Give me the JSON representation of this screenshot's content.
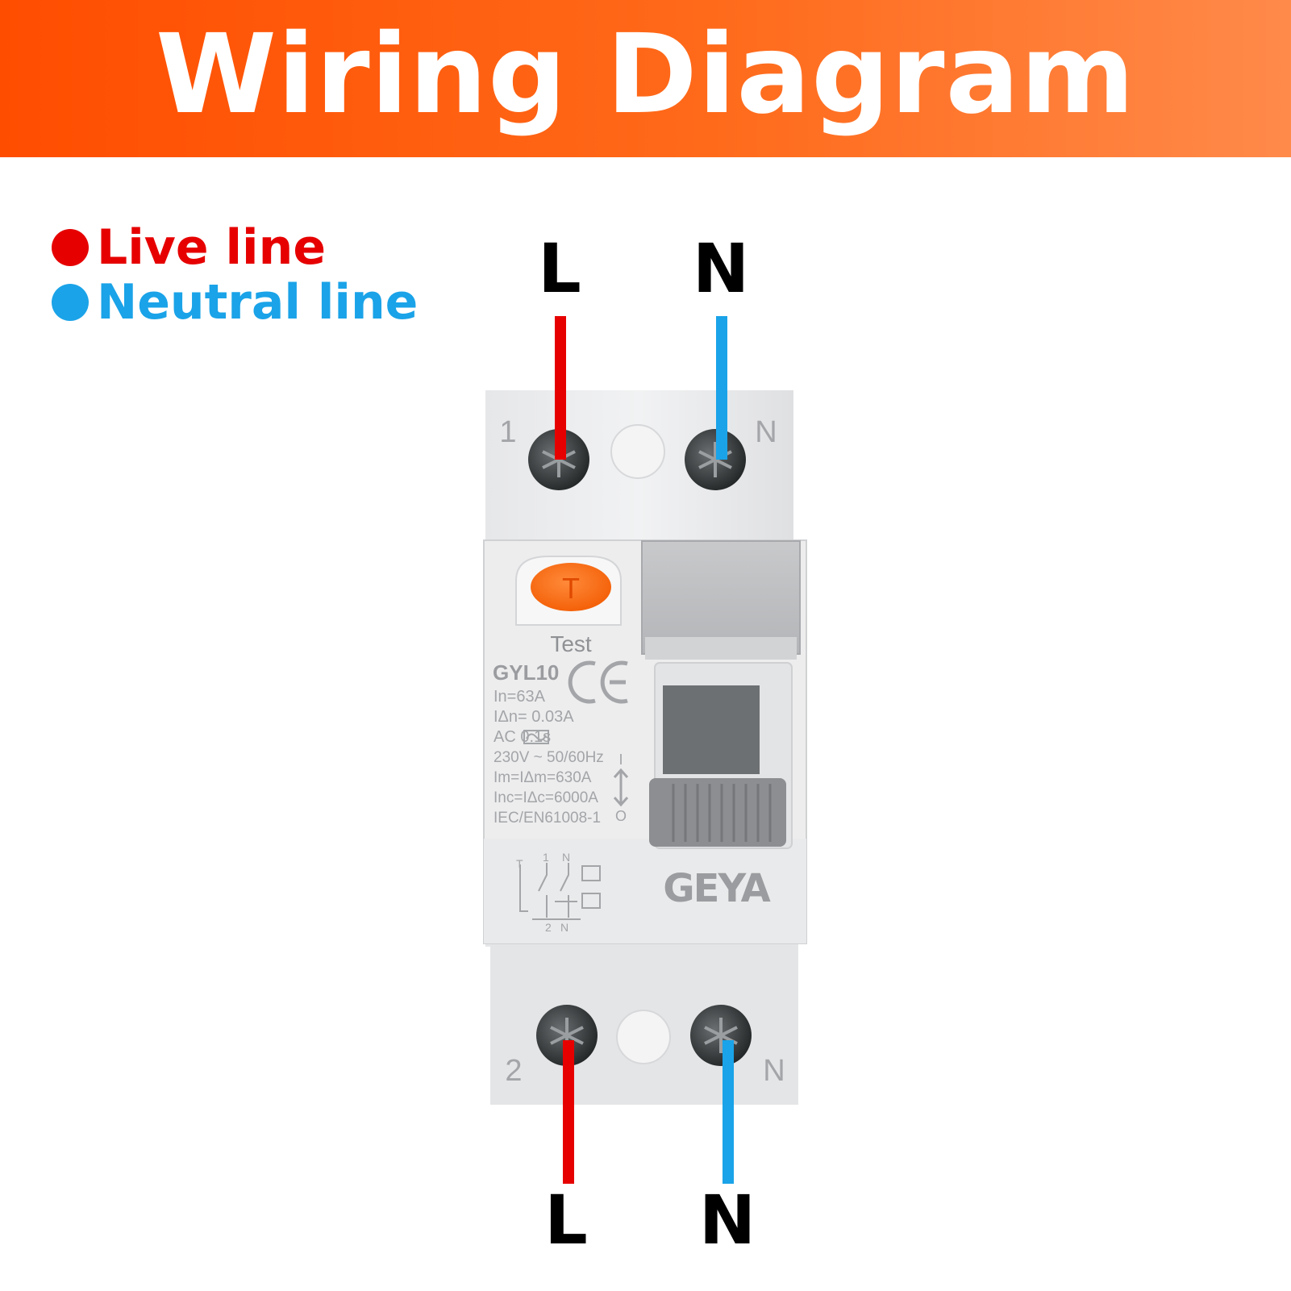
{
  "title": "Wiring Diagram",
  "legend": [
    {
      "label": "Live line",
      "color": "#e60000"
    },
    {
      "label": "Neutral line",
      "color": "#1aa3e8"
    }
  ],
  "terminals": {
    "top_left": "L",
    "top_right": "N",
    "bottom_left": "L",
    "bottom_right": "N"
  },
  "device": {
    "terminal_markings": {
      "top_1": "1",
      "top_n": "N",
      "bottom_2": "2",
      "bottom_n": "N"
    },
    "test_button_letter": "T",
    "test_label": "Test",
    "model": "GYL10",
    "ce_mark": "CE",
    "specs": [
      "In=63A",
      "IΔn= 0.03A",
      "AC      0.1s",
      "230V ~ 50/60Hz",
      "Im=IΔm=630A",
      "Inc=IΔc=6000A",
      "IEC/EN61008-1"
    ],
    "switch_marks": {
      "on": "I",
      "off": "O"
    },
    "schematic_labels": {
      "t": "T",
      "one": "1",
      "n_top": "N",
      "two": "2",
      "n_bottom": "N"
    },
    "brand": "GEYA"
  },
  "colors": {
    "live": "#e60000",
    "neutral": "#1aa3e8",
    "test_button": "#ff6a1a",
    "banner": "#ff5a10"
  }
}
